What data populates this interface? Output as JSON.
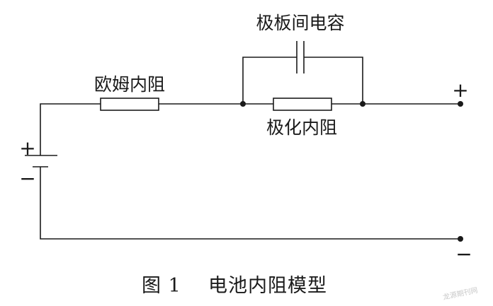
{
  "labels": {
    "capacitor": "极板间电容",
    "ohmic_resistance": "欧姆内阻",
    "polarization_resistance": "极化内阻",
    "battery_plus": "+",
    "battery_minus": "−",
    "terminal_plus": "+",
    "terminal_minus": "−"
  },
  "caption": {
    "figure_number": "图 1",
    "title": "电池内阻模型"
  },
  "watermark": "龙源期刊网"
}
